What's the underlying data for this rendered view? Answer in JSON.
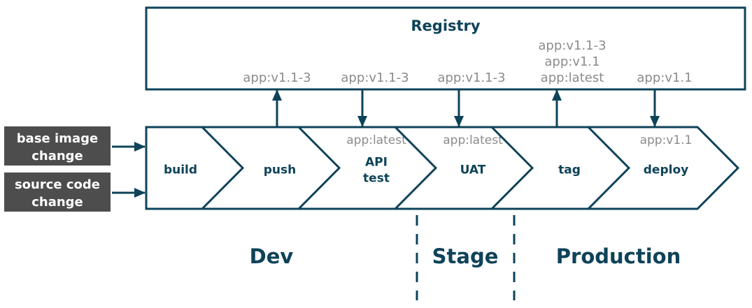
{
  "colors": {
    "primary": "#0e4359",
    "tag_text": "#8b8b8b",
    "trigger_bg": "#4d4d4d",
    "trigger_text": "#ffffff",
    "background": "#ffffff"
  },
  "registry": {
    "title": "Registry"
  },
  "triggers": [
    {
      "id": "base-image-change",
      "lines": [
        "base image",
        "change"
      ]
    },
    {
      "id": "source-code-change",
      "lines": [
        "source code",
        "change"
      ]
    }
  ],
  "stages": [
    {
      "id": "build",
      "lines": [
        "build"
      ],
      "inner_tags": []
    },
    {
      "id": "push",
      "lines": [
        "push"
      ],
      "inner_tags": []
    },
    {
      "id": "api-test",
      "lines": [
        "API",
        "test"
      ],
      "inner_tags": [
        "app:latest"
      ]
    },
    {
      "id": "uat",
      "lines": [
        "UAT"
      ],
      "inner_tags": [
        "app:latest"
      ]
    },
    {
      "id": "tag",
      "lines": [
        "tag"
      ],
      "inner_tags": []
    },
    {
      "id": "deploy",
      "lines": [
        "deploy"
      ],
      "inner_tags": [
        "app:v1.1"
      ]
    }
  ],
  "registry_links": [
    {
      "stage": "push",
      "direction": "up",
      "tags": [
        "app:v1.1-3"
      ]
    },
    {
      "stage": "api-test",
      "direction": "down",
      "tags": [
        "app:v1.1-3"
      ]
    },
    {
      "stage": "uat",
      "direction": "down",
      "tags": [
        "app:v1.1-3"
      ]
    },
    {
      "stage": "tag",
      "direction": "up",
      "tags": [
        "app:v1.1-3",
        "app:v1.1",
        "app:latest"
      ]
    },
    {
      "stage": "deploy",
      "direction": "down",
      "tags": [
        "app:v1.1"
      ]
    }
  ],
  "environments": [
    {
      "id": "dev",
      "label": "Dev"
    },
    {
      "id": "stage",
      "label": "Stage"
    },
    {
      "id": "production",
      "label": "Production"
    }
  ]
}
